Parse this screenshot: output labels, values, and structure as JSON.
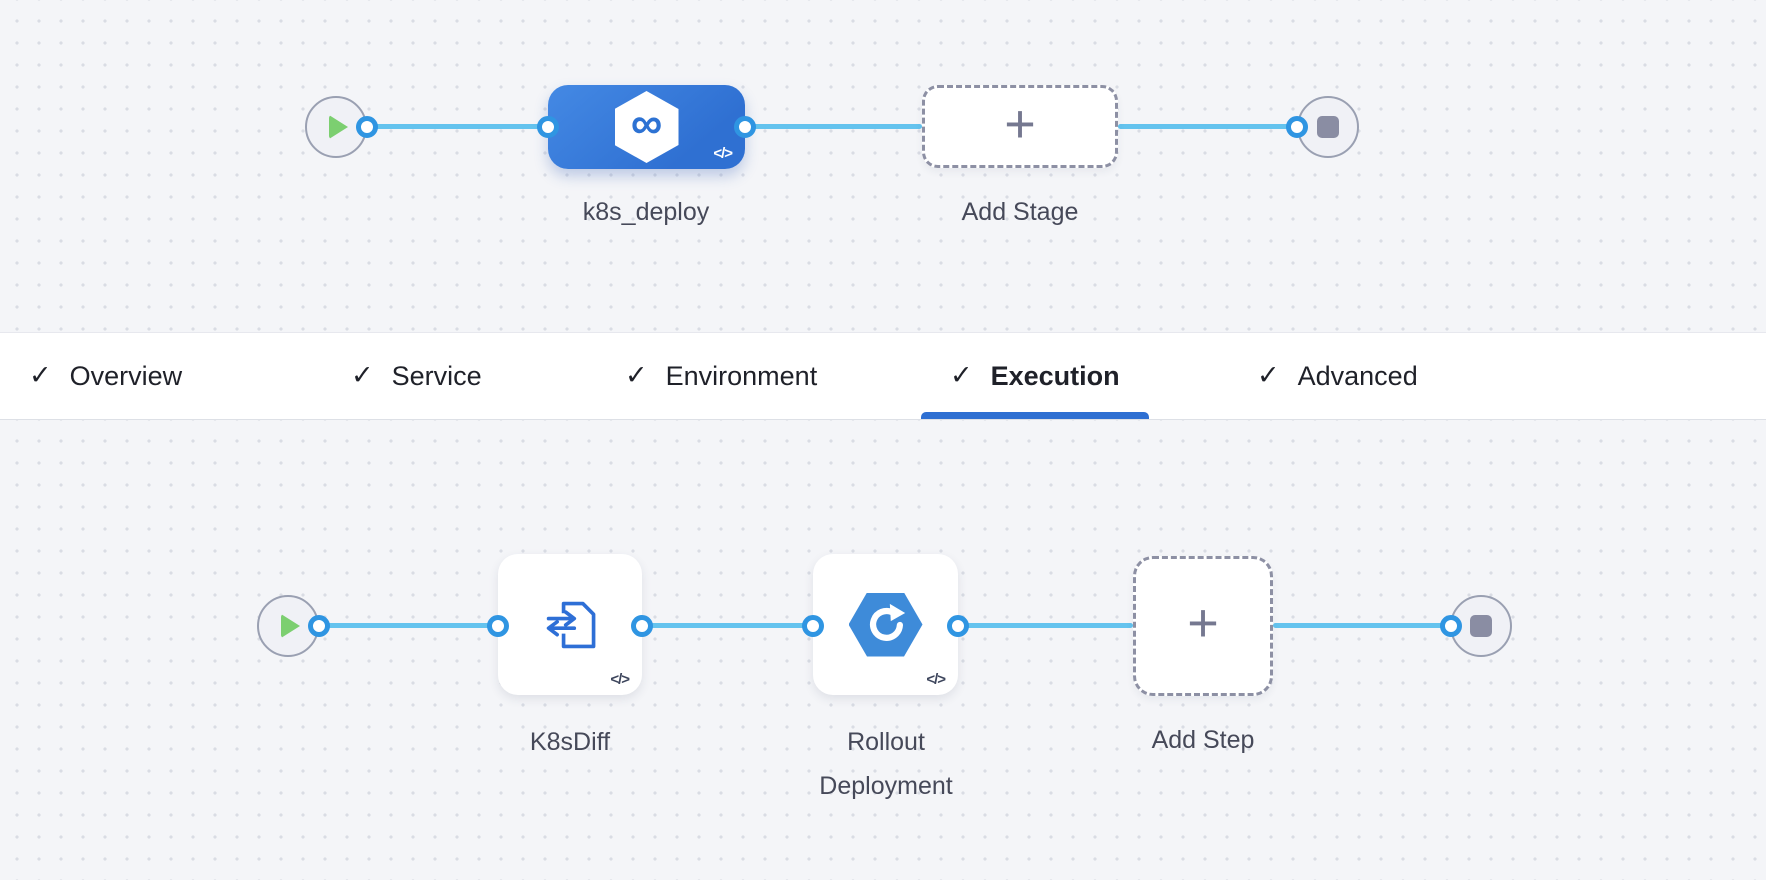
{
  "stage_pipeline": {
    "stage": {
      "name": "k8s_deploy"
    },
    "add_stage_label": "Add Stage"
  },
  "tabs": [
    {
      "label": "Overview",
      "checked": true,
      "active": false
    },
    {
      "label": "Service",
      "checked": true,
      "active": false
    },
    {
      "label": "Environment",
      "checked": true,
      "active": false
    },
    {
      "label": "Execution",
      "checked": true,
      "active": true
    },
    {
      "label": "Advanced",
      "checked": true,
      "active": false
    }
  ],
  "execution_steps": {
    "steps": [
      {
        "name": "K8sDiff"
      },
      {
        "name": "Rollout Deployment"
      }
    ],
    "add_step_label": "Add Step"
  },
  "icons": {
    "check": "✓",
    "plus": "+",
    "code": "</>",
    "infinity": "∞"
  },
  "colors": {
    "stage_blue": "#3b7edb",
    "connector_line": "#64c3ee",
    "port_ring": "#2f95e2",
    "active_tab_underline": "#2e6fd2",
    "rollout_hexagon": "#3e8bd9",
    "play_green": "#7ccf70",
    "stop_gray": "#8a8da3"
  }
}
